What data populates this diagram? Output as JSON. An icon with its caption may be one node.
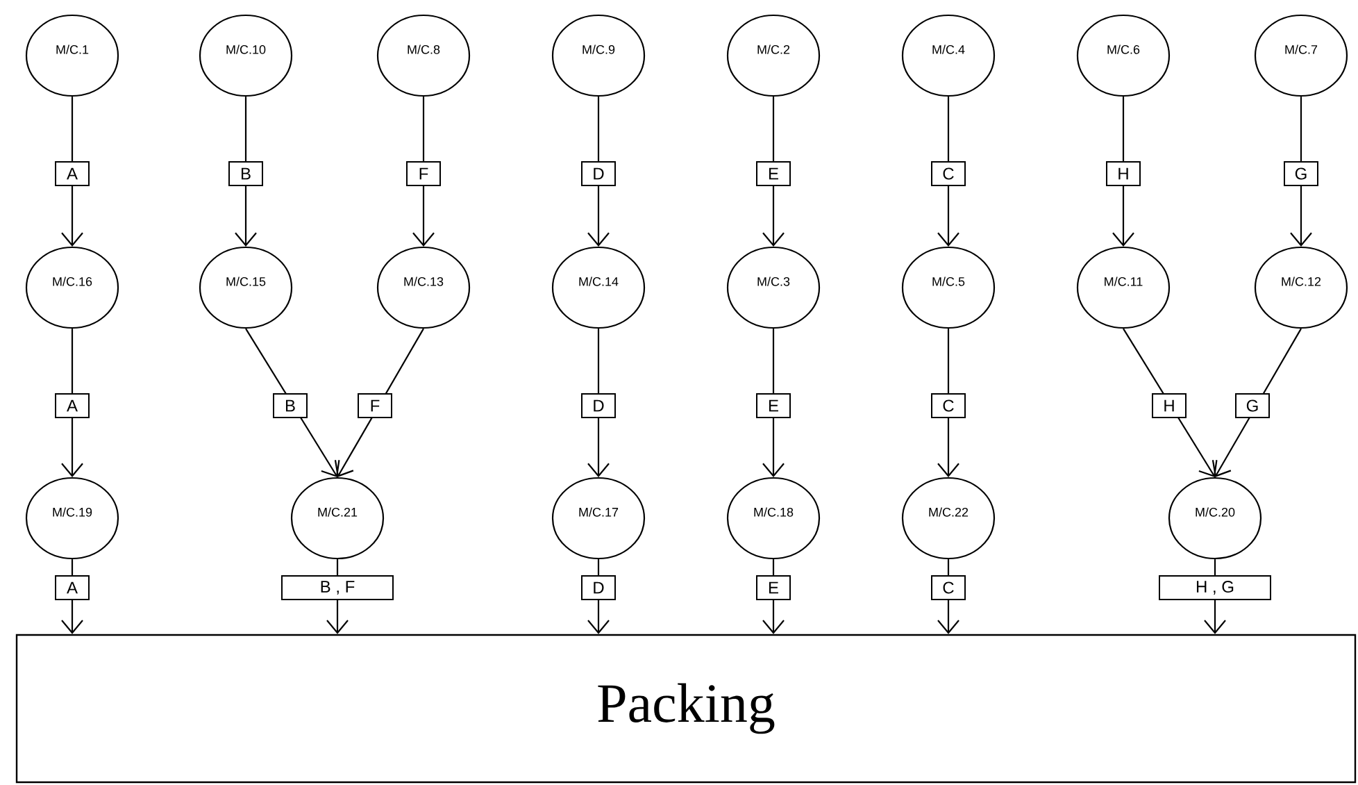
{
  "diagram": {
    "nodes": [
      {
        "text": [
          "M/C.1"
        ]
      },
      {
        "text": [
          "M/C.10"
        ]
      },
      {
        "text": [
          "M/C.8"
        ]
      },
      {
        "text": [
          "M/C.9"
        ]
      },
      {
        "text": [
          "M/C.2"
        ]
      },
      {
        "text": [
          "M/C.4"
        ]
      },
      {
        "text": [
          "M/C.6"
        ]
      },
      {
        "text": [
          "M/C.7"
        ]
      },
      {
        "text": [
          "M/C.16"
        ]
      },
      {
        "text": [
          "M/C.15"
        ]
      },
      {
        "text": [
          "M/C.13"
        ]
      },
      {
        "text": [
          "M/C.14"
        ]
      },
      {
        "text": [
          "M/C.3"
        ]
      },
      {
        "text": [
          "M/C.5"
        ]
      },
      {
        "text": [
          "M/C.11"
        ]
      },
      {
        "text": [
          "M/C.12"
        ]
      },
      {
        "text": [
          "M/C.19"
        ]
      },
      {
        "text": [
          "M/C.21"
        ]
      },
      {
        "text": [
          "M/C.17"
        ]
      },
      {
        "text": [
          "M/C.18"
        ]
      },
      {
        "text": [
          "M/C.22"
        ]
      },
      {
        "text": [
          "M/C.20"
        ]
      },
      {
        "text": [
          "Packing"
        ]
      }
    ],
    "edges": [
      {
        "from": 0,
        "to": 8,
        "arrow": "to",
        "label": "A"
      },
      {
        "from": 1,
        "to": 9,
        "arrow": "to",
        "label": "B"
      },
      {
        "from": 2,
        "to": 10,
        "arrow": "to",
        "label": "F"
      },
      {
        "from": 3,
        "to": 11,
        "arrow": "to",
        "label": "D"
      },
      {
        "from": 4,
        "to": 12,
        "arrow": "to",
        "label": "E"
      },
      {
        "from": 5,
        "to": 13,
        "arrow": "to",
        "label": "C"
      },
      {
        "from": 6,
        "to": 14,
        "arrow": "to",
        "label": "H"
      },
      {
        "from": 7,
        "to": 15,
        "arrow": "to",
        "label": "G"
      },
      {
        "from": 8,
        "to": 16,
        "arrow": "to",
        "label": "A"
      },
      {
        "from": 9,
        "to": 17,
        "arrow": "to",
        "label": "B"
      },
      {
        "from": 10,
        "to": 17,
        "arrow": "to",
        "label": "F"
      },
      {
        "from": 11,
        "to": 18,
        "arrow": "to",
        "label": "D"
      },
      {
        "from": 12,
        "to": 19,
        "arrow": "to",
        "label": "E"
      },
      {
        "from": 13,
        "to": 20,
        "arrow": "to",
        "label": "C"
      },
      {
        "from": 14,
        "to": 21,
        "arrow": "to",
        "label": "H"
      },
      {
        "from": 15,
        "to": 21,
        "arrow": "to",
        "label": "G"
      },
      {
        "from": 16,
        "to": 22,
        "arrow": "to",
        "label": "A"
      },
      {
        "from": 17,
        "to": 22,
        "arrow": "to",
        "label": "B , F"
      },
      {
        "from": 18,
        "to": 22,
        "arrow": "to",
        "label": "D"
      },
      {
        "from": 19,
        "to": 22,
        "arrow": "to",
        "label": "E"
      },
      {
        "from": 20,
        "to": 22,
        "arrow": "to",
        "label": "C"
      },
      {
        "from": 21,
        "to": 22,
        "arrow": "to",
        "label": "H , G"
      }
    ]
  }
}
